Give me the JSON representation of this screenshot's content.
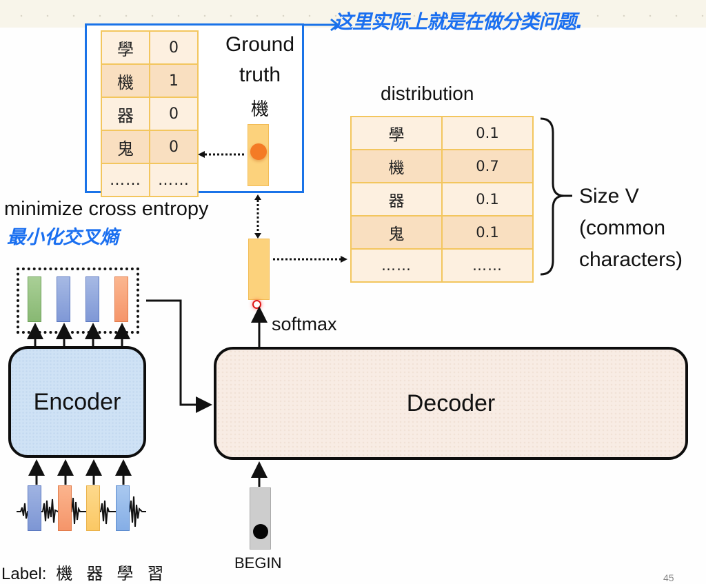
{
  "annotations": {
    "classification_note": "这里实际上就是在做分类问题.",
    "cross_entropy_note": "最小化交叉熵"
  },
  "ground_truth": {
    "title_line1": "Ground",
    "title_line2": "truth",
    "token": "機",
    "table": [
      {
        "char": "學",
        "value": "0"
      },
      {
        "char": "機",
        "value": "1"
      },
      {
        "char": "器",
        "value": "0"
      },
      {
        "char": "鬼",
        "value": "0"
      },
      {
        "char": "……",
        "value": "……"
      }
    ]
  },
  "distribution": {
    "title": "distribution",
    "table": [
      {
        "char": "學",
        "value": "0.1"
      },
      {
        "char": "機",
        "value": "0.7"
      },
      {
        "char": "器",
        "value": "0.1"
      },
      {
        "char": "鬼",
        "value": "0.1"
      },
      {
        "char": "……",
        "value": "……"
      }
    ],
    "brace_label": [
      "Size V",
      "(common",
      "characters)"
    ]
  },
  "labels": {
    "minimize": "minimize cross entropy",
    "softmax": "softmax",
    "encoder": "Encoder",
    "decoder": "Decoder",
    "begin": "BEGIN",
    "label_prefix": "Label:",
    "label_chars": [
      "機",
      "器",
      "學",
      "習"
    ],
    "page_number": "45"
  },
  "colors": {
    "annotation_blue": "#1a73e8",
    "table_border": "#f3c65e",
    "output_vector": "#fcd27c",
    "one_hot_dot": "#f47b25",
    "encoder_fill": "#cfe2f5",
    "decoder_fill": "#f8ece4"
  },
  "encoder_outputs": [
    "green",
    "blue",
    "blue",
    "orange"
  ],
  "audio_frames": [
    "blue",
    "orange",
    "yellow",
    "light-blue"
  ]
}
